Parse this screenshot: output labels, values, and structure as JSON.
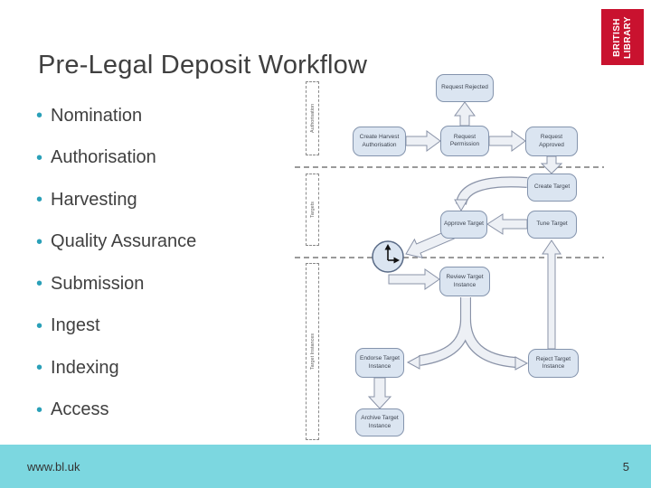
{
  "slide": {
    "title": "Pre-Legal Deposit Workflow",
    "bullets": [
      "Nomination",
      "Authorisation",
      "Harvesting",
      "Quality Assurance",
      "Submission",
      "Ingest",
      "Indexing",
      "Access"
    ],
    "footer": {
      "url": "www.bl.uk",
      "page": "5"
    },
    "logo": {
      "line1": "BRITISH",
      "line2": "LIBRARY"
    }
  },
  "colors": {
    "logo_red": "#c9122f",
    "footer_teal": "#7cd7e0",
    "bullet_teal": "#2aa0b8",
    "node_fill": "#dbe5f1",
    "node_border": "#8494ad",
    "arrow_fill": "#edf0f5",
    "arrow_border": "#8a93a8",
    "text": "#404040"
  },
  "diagram": {
    "lanes": [
      {
        "label": "Authorisation"
      },
      {
        "label": "Targets"
      },
      {
        "label": "Target Instances"
      }
    ],
    "nodes": [
      {
        "id": "request-rejected",
        "label": "Request Rejected"
      },
      {
        "id": "create-harvest-authorisation",
        "label": "Create Harvest Authorisation"
      },
      {
        "id": "request-permission",
        "label": "Request Permission"
      },
      {
        "id": "request-approved",
        "label": "Request Approved"
      },
      {
        "id": "create-target",
        "label": "Create Target"
      },
      {
        "id": "approve-target",
        "label": "Approve Target"
      },
      {
        "id": "tune-target",
        "label": "Tune Target"
      },
      {
        "id": "review-target-instance",
        "label": "Review Target Instance"
      },
      {
        "id": "endorse-target-instance",
        "label": "Endorse Target Instance"
      },
      {
        "id": "reject-target-instance",
        "label": "Reject Target Instance"
      },
      {
        "id": "archive-target-instance",
        "label": "Archive Target Instance"
      }
    ]
  }
}
